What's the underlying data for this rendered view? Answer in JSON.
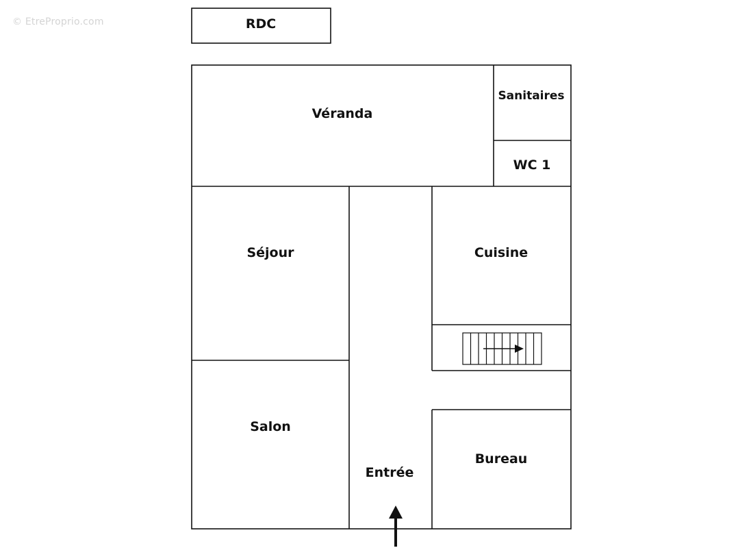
{
  "watermark": "© EtreProprio.com",
  "level_label": "RDC",
  "rooms": {
    "veranda": "Véranda",
    "sanitaires": "Sanitaires",
    "wc": "WC 1",
    "sejour": "Séjour",
    "cuisine": "Cuisine",
    "salon": "Salon",
    "entree": "Entrée",
    "bureau": "Bureau"
  }
}
